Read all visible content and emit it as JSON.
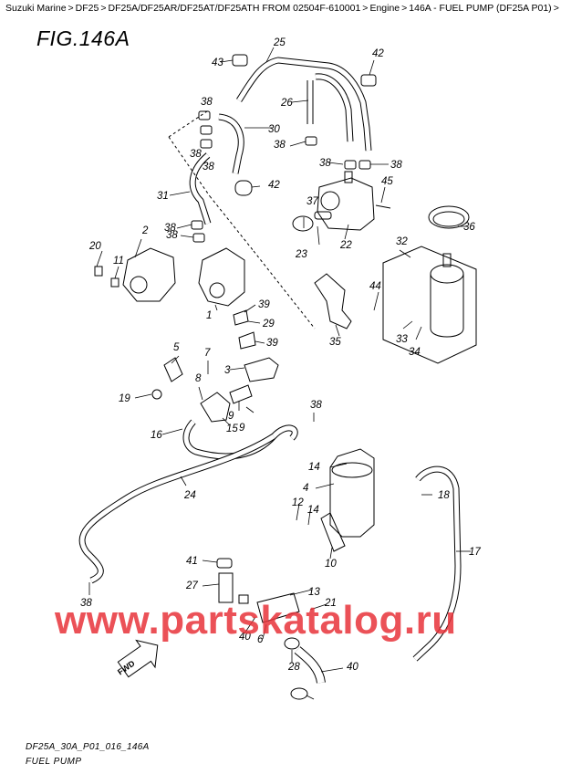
{
  "breadcrumb": {
    "items": [
      "Suzuki Marine",
      "DF25",
      "DF25A/DF25AR/DF25AT/DF25ATH FROM 02504F-610001",
      "Engine",
      "146A - FUEL PUMP (DF25A P01)"
    ],
    "separator": ">"
  },
  "figure": {
    "title": "FIG.146A"
  },
  "fwd_label": "FWD",
  "watermark": "www.partskatalog.ru",
  "footer": {
    "code": "DF25A_30A_P01_016_146A",
    "name": "FUEL PUMP"
  },
  "callouts": [
    "43",
    "25",
    "42",
    "26",
    "38",
    "30",
    "38",
    "38",
    "38",
    "42",
    "38",
    "38",
    "31",
    "37",
    "45",
    "36",
    "23",
    "22",
    "38",
    "2",
    "20",
    "38",
    "11",
    "32",
    "44",
    "39",
    "29",
    "1",
    "33",
    "34",
    "35",
    "39",
    "3",
    "5",
    "7",
    "8",
    "19",
    "15",
    "9",
    "9",
    "16",
    "38",
    "14",
    "4",
    "18",
    "12",
    "14",
    "24",
    "10",
    "17",
    "41",
    "13",
    "27",
    "21",
    "38",
    "6",
    "40",
    "28",
    "40"
  ]
}
